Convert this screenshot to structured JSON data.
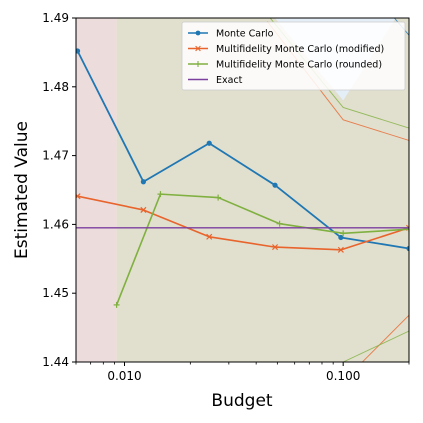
{
  "chart_data": {
    "type": "line",
    "title": "",
    "xlabel": "Budget",
    "ylabel": "Estimated Value",
    "xscale": "log",
    "xlim": [
      0.006,
      0.2
    ],
    "ylim": [
      1.44,
      1.49
    ],
    "xticks": [
      0.01,
      0.1
    ],
    "xtick_labels": [
      "0.010",
      "0.100"
    ],
    "yticks": [
      1.44,
      1.45,
      1.46,
      1.47,
      1.48,
      1.49
    ],
    "ytick_labels": [
      "1.44",
      "1.45",
      "1.46",
      "1.47",
      "1.48",
      "1.49"
    ],
    "legend_position": "top-right",
    "colors": {
      "monte_carlo": "#1f77b4",
      "mf_modified": "#e8642c",
      "mf_rounded": "#7fb040",
      "exact": "#7b3f9e",
      "band_low": "#eddcdc",
      "band_main": "#e1dfcd",
      "band_blue": "#e4eef6"
    },
    "series": [
      {
        "name": "Monte Carlo",
        "marker": "o",
        "x": [
          0.0061,
          0.0122,
          0.0244,
          0.0488,
          0.0976,
          0.2
        ],
        "y": [
          1.4852,
          1.4662,
          1.4718,
          1.4657,
          1.4581,
          1.4565
        ]
      },
      {
        "name": "Multifidelity Monte Carlo (modified)",
        "marker": "x",
        "x": [
          0.0061,
          0.0122,
          0.0244,
          0.0488,
          0.0976,
          0.2
        ],
        "y": [
          1.4641,
          1.4621,
          1.4582,
          1.4567,
          1.4563,
          1.4595
        ]
      },
      {
        "name": "Multifidelity Monte Carlo (rounded)",
        "marker": "+",
        "x": [
          0.0092,
          0.0146,
          0.0268,
          0.0512,
          0.1,
          0.2
        ],
        "y": [
          1.4483,
          1.4644,
          1.4639,
          1.4601,
          1.4587,
          1.4593
        ]
      },
      {
        "name": "Exact",
        "marker": "none",
        "x": [
          0.006,
          0.2
        ],
        "y": [
          1.4595,
          1.4595
        ]
      }
    ]
  }
}
